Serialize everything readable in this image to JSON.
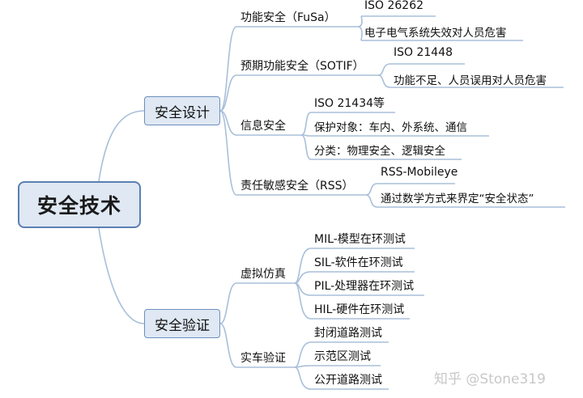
{
  "root": "安全技术",
  "branches": [
    {
      "label": "安全设计",
      "children": [
        {
          "label": "功能安全（FuSa）",
          "children": [
            "ISO 26262",
            "电子电气系统失效对人员危害"
          ]
        },
        {
          "label": "预期功能安全（SOTIF）",
          "children": [
            "ISO 21448",
            "功能不足、人员误用对人员危害"
          ]
        },
        {
          "label": "信息安全",
          "children": [
            "ISO 21434等",
            "保护对象：车内、外系统、通信",
            "分类：物理安全、逻辑安全"
          ]
        },
        {
          "label": "责任敏感安全（RSS）",
          "children": [
            "RSS-Mobileye",
            "通过数学方式来界定“安全状态”"
          ]
        }
      ]
    },
    {
      "label": "安全验证",
      "children": [
        {
          "label": "虚拟仿真",
          "children": [
            "MIL-模型在环测试",
            "SIL-软件在环测试",
            "PIL-处理器在环测试",
            "HIL-硬件在环测试"
          ]
        },
        {
          "label": "实车验证",
          "children": [
            "封闭道路测试",
            "示范区测试",
            "公开道路测试"
          ]
        }
      ]
    }
  ],
  "watermark": "知乎 @Stone319",
  "colors": {
    "line": "#a9bfd9",
    "box_fill": "#dfe8f3",
    "box_border": "#5b7fb1"
  }
}
